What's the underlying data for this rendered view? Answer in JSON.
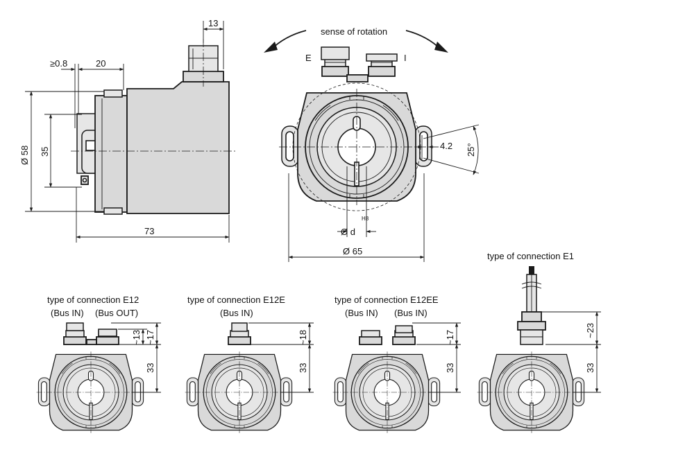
{
  "labels": {
    "sense_of_rotation": "sense of rotation",
    "dir_e": "E",
    "dir_i": "I",
    "connection_e1": "type of connection E1",
    "connection_e12": "type of connection E12",
    "connection_e12e": "type of connection E12E",
    "connection_e12ee": "type of connection E12EE",
    "bus_in": "(Bus IN)",
    "bus_out": "(Bus OUT)"
  },
  "dimensions": {
    "d13": "13",
    "d20": "20",
    "d0_8": "≥0.8",
    "d58": "Ø 58",
    "d35": "35",
    "d73": "73",
    "d4_2": "4.2",
    "d25deg": "25°",
    "dd": "Ø d",
    "h8": "H8",
    "d65": "Ø 65",
    "t17": "~17",
    "t13": "~13",
    "t33": "33",
    "t18": "~18",
    "t23": "~23"
  },
  "colors": {
    "body_fill": "#d9d9d9",
    "line": "#1a1a1a",
    "background": "#ffffff"
  }
}
